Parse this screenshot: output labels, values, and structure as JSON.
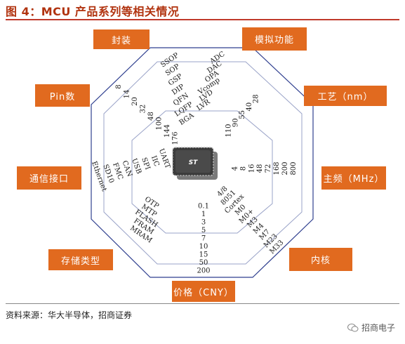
{
  "figure": {
    "title": "图 4：MCU 产品系列等相关情况",
    "source": "资料来源：华大半导体，招商证券",
    "brand": "招商电子"
  },
  "chip": {
    "logo_text": "ST"
  },
  "colors": {
    "accent": "#e16a1f",
    "title": "#b1330f",
    "outer_ring": "#2f3f8f",
    "inner_ring": "#9aa3c8"
  },
  "categories": [
    {
      "key": "package",
      "label": "封装",
      "values": [
        "BGA",
        "LQFP",
        "QFN",
        "DIP",
        "GSP",
        "SOP",
        "SSOP"
      ]
    },
    {
      "key": "analog",
      "label": "模拟功能",
      "values": [
        "LVR",
        "LVD",
        "Vcomp",
        "OPA",
        "DAC",
        "ADC"
      ]
    },
    {
      "key": "process",
      "label": "工艺（nm）",
      "values": [
        "110",
        "90",
        "55",
        "40",
        "28"
      ]
    },
    {
      "key": "frequency",
      "label": "主频（MHz）",
      "values": [
        "4",
        "8",
        "16",
        "48",
        "72",
        "168",
        "200",
        "800"
      ]
    },
    {
      "key": "core",
      "label": "内核",
      "values": [
        "4/8",
        "8051",
        "Cortex",
        "M0",
        "M0+",
        "M3",
        "M4",
        "M7",
        "M23",
        "M33"
      ]
    },
    {
      "key": "price",
      "label": "价格（CNY）",
      "values": [
        "0.1",
        "1",
        "3",
        "5",
        "7",
        "10",
        "15",
        "50",
        "200"
      ]
    },
    {
      "key": "storage",
      "label": "存储类型",
      "values": [
        "OTP",
        "MTP",
        "FLASH",
        "FRAM",
        "MRAM"
      ]
    },
    {
      "key": "interface",
      "label": "通信接口",
      "values": [
        "UART",
        "IIC",
        "SPI",
        "USB",
        "CAN",
        "FMC",
        "SD10",
        "Ethernet"
      ]
    },
    {
      "key": "pins",
      "label": "Pin数",
      "values": [
        "176",
        "144",
        "100",
        "48",
        "32",
        "20",
        "14",
        "8"
      ]
    }
  ]
}
